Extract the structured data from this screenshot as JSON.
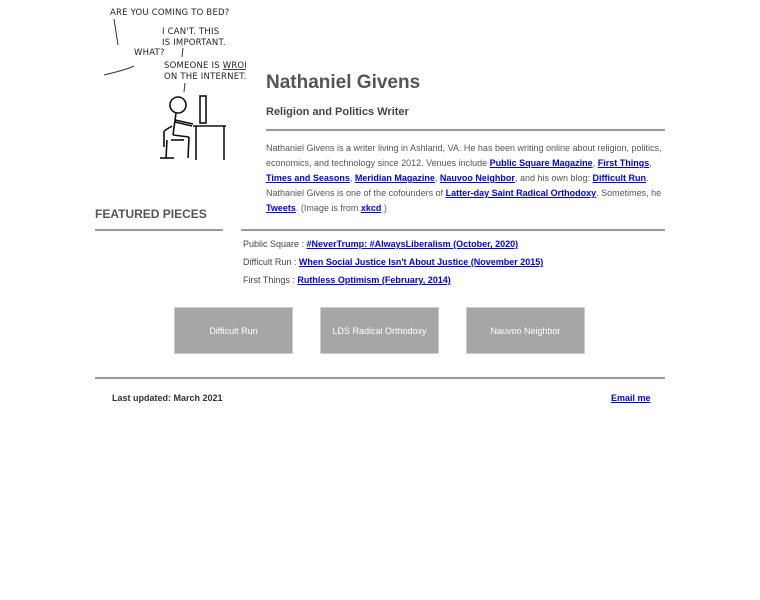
{
  "comic": {
    "line1": "ARE YOU COMING TO BED?",
    "line2": "I CAN'T. THIS",
    "line3": "IS IMPORTANT.",
    "line4": "WHAT?",
    "line5_a": "SOMEONE IS ",
    "line5_b": "WRONG",
    "line6": "ON THE INTERNET."
  },
  "header": {
    "name": "Nathaniel Givens",
    "role": "Religion and Politics Writer"
  },
  "bio": {
    "t1": "Nathaniel Givens is a writer living in Ashland, VA. He has been writing online about religion, politics, economics, and technology since 2012. Venues include ",
    "l1": "Public Square Magazine",
    "t2": ", ",
    "l2": "First Things",
    "t3": ", ",
    "l3": "Times and Seasons",
    "t4": ", ",
    "l4": "Meridian Magazine",
    "t5": ", ",
    "l5": "Nauvoo Neighbor",
    "t6": ", and his own blog: ",
    "l6": "Difficult Run",
    "t7": ". Nathaniel Givens is one of the cofounders of ",
    "l7": "Latter-day Saint Radical Orthodoxy",
    "t8": ". Sometimes, he ",
    "l8": "Tweets",
    "t9": ". (Image is from ",
    "l9": "xkcd",
    "t10": " )"
  },
  "featured": {
    "heading": "FEATURED PIECES",
    "items": [
      {
        "venue": "Public Square : ",
        "title": "#NeverTrump: #AlwaysLiberalism (October, 2020)"
      },
      {
        "venue": "Difficult Run : ",
        "title": "When Social Justice Isn't About Justice (November 2015)"
      },
      {
        "venue": "First Things : ",
        "title": "Ruthless Optimism (February, 2014)"
      }
    ]
  },
  "tiles": [
    "Difficult Run",
    "LDS Radical Orthodoxy",
    "Nauvoo Neighbor"
  ],
  "footer": {
    "updated": "Last updated: March 2021",
    "email": "Email me"
  }
}
